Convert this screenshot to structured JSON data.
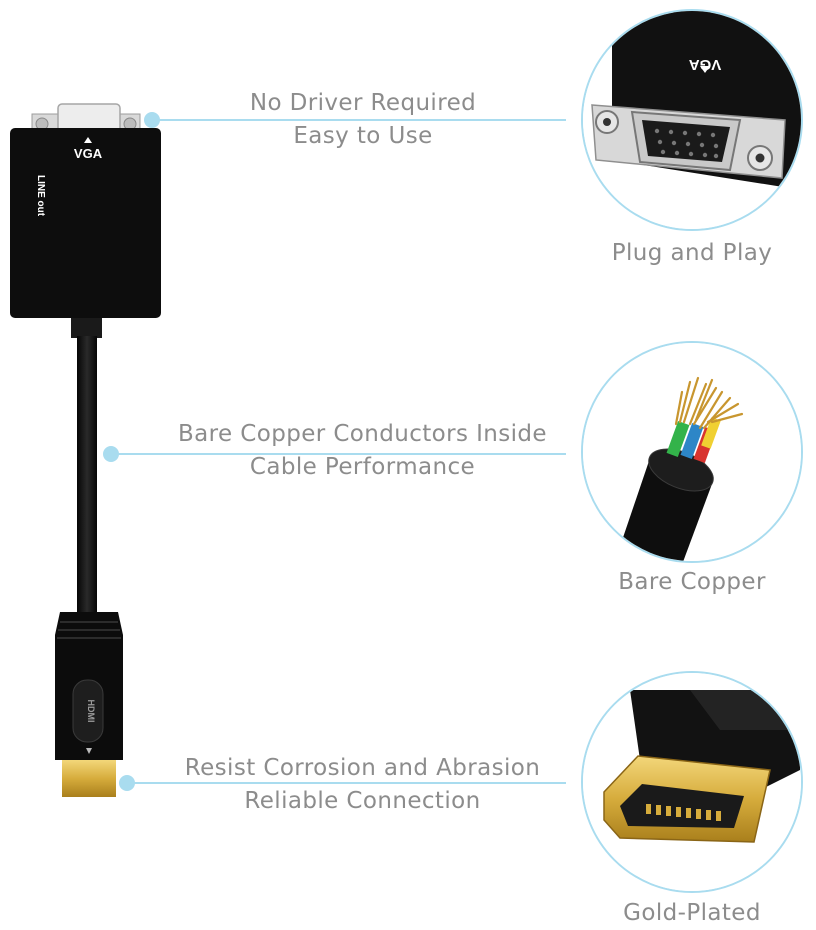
{
  "connector": {
    "vga_label": "VGA",
    "line_out_label": "LINE out",
    "hdmi_label": "HDMI"
  },
  "features": [
    {
      "line1": "No Driver Required",
      "line2": "Easy to Use",
      "caption": "Plug and Play",
      "detail_label": "VGA"
    },
    {
      "line1": "Bare Copper Conductors Inside",
      "line2": "Cable Performance",
      "caption": "Bare Copper"
    },
    {
      "line1": "Resist Corrosion and Abrasion",
      "line2": "Reliable Connection",
      "caption": "Gold-Plated"
    }
  ],
  "colors": {
    "accent_line": "#a9dcef",
    "accent_dot": "#a9dcef",
    "text": "#8c8c8c",
    "circle_border": "#a9dcef",
    "plug_black": "#111111",
    "gold": "#d8b34a"
  }
}
